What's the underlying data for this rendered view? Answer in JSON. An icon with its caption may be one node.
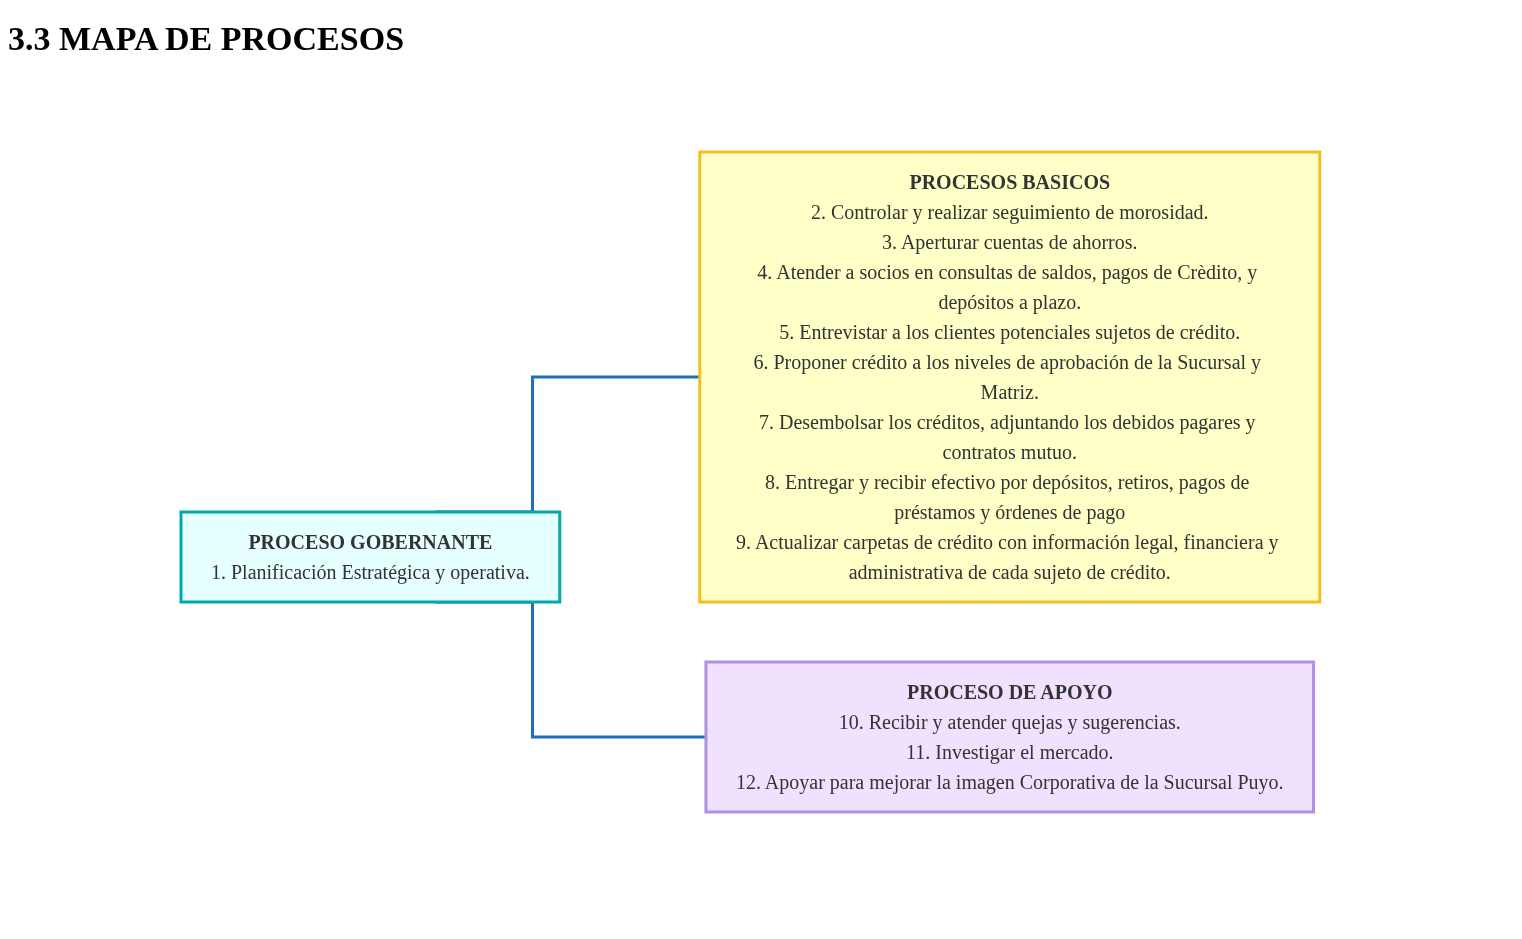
{
  "diagram": {
    "title": "3.3 MAPA DE PROCESOS",
    "nodes": [
      {
        "text": [
          "PROCESO GOBERNANTE",
          "1. Planificación Estratégica y operativa."
        ]
      },
      {
        "text": [
          "PROCESOS BASICOS",
          "2. Controlar y realizar seguimiento de morosidad.",
          "3. Aperturar cuentas de ahorros.",
          "4. Atender a socios en consultas de saldos, pagos de Crèdito, y depósitos a plazo.",
          "5. Entrevistar a los clientes potenciales sujetos de crédito.",
          "6. Proponer crédito a los niveles de aprobación de la Sucursal y Matriz.",
          "7. Desembolsar los créditos, adjuntando los debidos pagares y contratos mutuo.",
          "8. Entregar y recibir efectivo por depósitos, retiros, pagos de préstamos y órdenes de pago",
          "9. Actualizar carpetas de crédito con información legal, financiera y administrativa de cada sujeto de crédito."
        ]
      },
      {
        "text": [
          "PROCESO DE APOYO",
          "10. Recibir y atender quejas y sugerencias.",
          "11. Investigar el mercado.",
          "12. Apoyar para mejorar la imagen Corporativa de la Sucursal Puyo."
        ]
      }
    ],
    "edges": [
      {
        "from": 0,
        "to": 1,
        "arrow": "none"
      },
      {
        "from": 0,
        "to": 2,
        "arrow": "none"
      }
    ]
  }
}
